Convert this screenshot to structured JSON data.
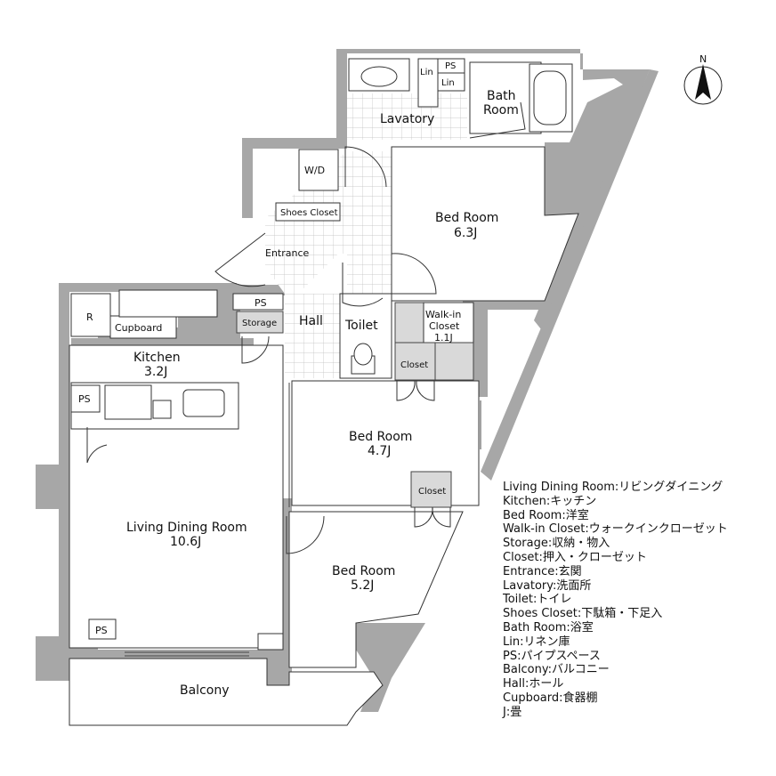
{
  "compass": {
    "label": "N"
  },
  "rooms": {
    "lavatory": "Lavatory",
    "bath_line1": "Bath",
    "bath_line2": "Room",
    "lin_1": "Lin",
    "lin_2": "Lin",
    "ps_top": "PS",
    "wd": "W/D",
    "shoes_closet": "Shoes Closet",
    "entrance": "Entrance",
    "bed1_name": "Bed Room",
    "bed1_size": "6.3J",
    "hall": "Hall",
    "toilet": "Toilet",
    "walkin_line1": "Walk-in",
    "walkin_line2": "Closet",
    "walkin_size": "1.1J",
    "closet_1": "Closet",
    "closet_2": "Closet",
    "ps_storage": "PS",
    "storage": "Storage",
    "r": "R",
    "cupboard": "Cupboard",
    "kitchen_name": "Kitchen",
    "kitchen_size": "3.2J",
    "ps_kitchen": "PS",
    "bed2_name": "Bed Room",
    "bed2_size": "4.7J",
    "living_name": "Living Dining Room",
    "living_size": "10.6J",
    "bed3_name": "Bed Room",
    "bed3_size": "5.2J",
    "ps_living": "PS",
    "balcony": "Balcony"
  },
  "legend": [
    "Living Dining Room:リビングダイニング",
    "Kitchen:キッチン",
    "Bed Room:洋室",
    "Walk-in Closet:ウォークインクローゼット",
    "Storage:収納・物入",
    "Closet:押入・クローゼット",
    "Entrance:玄関",
    "Lavatory:洗面所",
    "Toilet:トイレ",
    "Shoes Closet:下駄箱・下足入",
    "Bath Room:浴室",
    "Lin:リネン庫",
    "PS:パイプスペース",
    "Balcony:バルコニー",
    "Hall:ホール",
    "Cupboard:食器棚",
    "J:畳"
  ]
}
